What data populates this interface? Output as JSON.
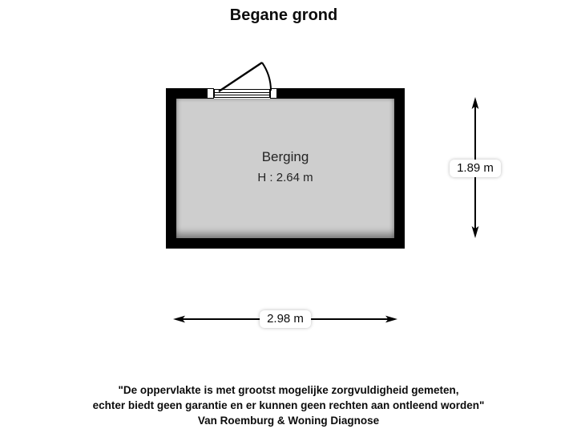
{
  "page": {
    "title": "Begane grond"
  },
  "floorplan": {
    "room": {
      "name": "Berging",
      "ceiling_height_label": "H : 2.64 m"
    },
    "dimensions": {
      "width_label": "2.98 m",
      "height_label": "1.89 m"
    },
    "features": [
      "door-swing",
      "window-symbol"
    ]
  },
  "disclaimer": {
    "line1": "\"De oppervlakte is met grootst mogelijke zorgvuldigheid gemeten,",
    "line2": "echter biedt geen garantie en er kunnen geen rechten aan ontleend worden\"",
    "line3": "Van Roemburg & Woning Diagnose"
  },
  "colors": {
    "background": "#ffffff",
    "wall": "#000000",
    "room_fill": "#cecece",
    "text": "#0c0c0c"
  }
}
